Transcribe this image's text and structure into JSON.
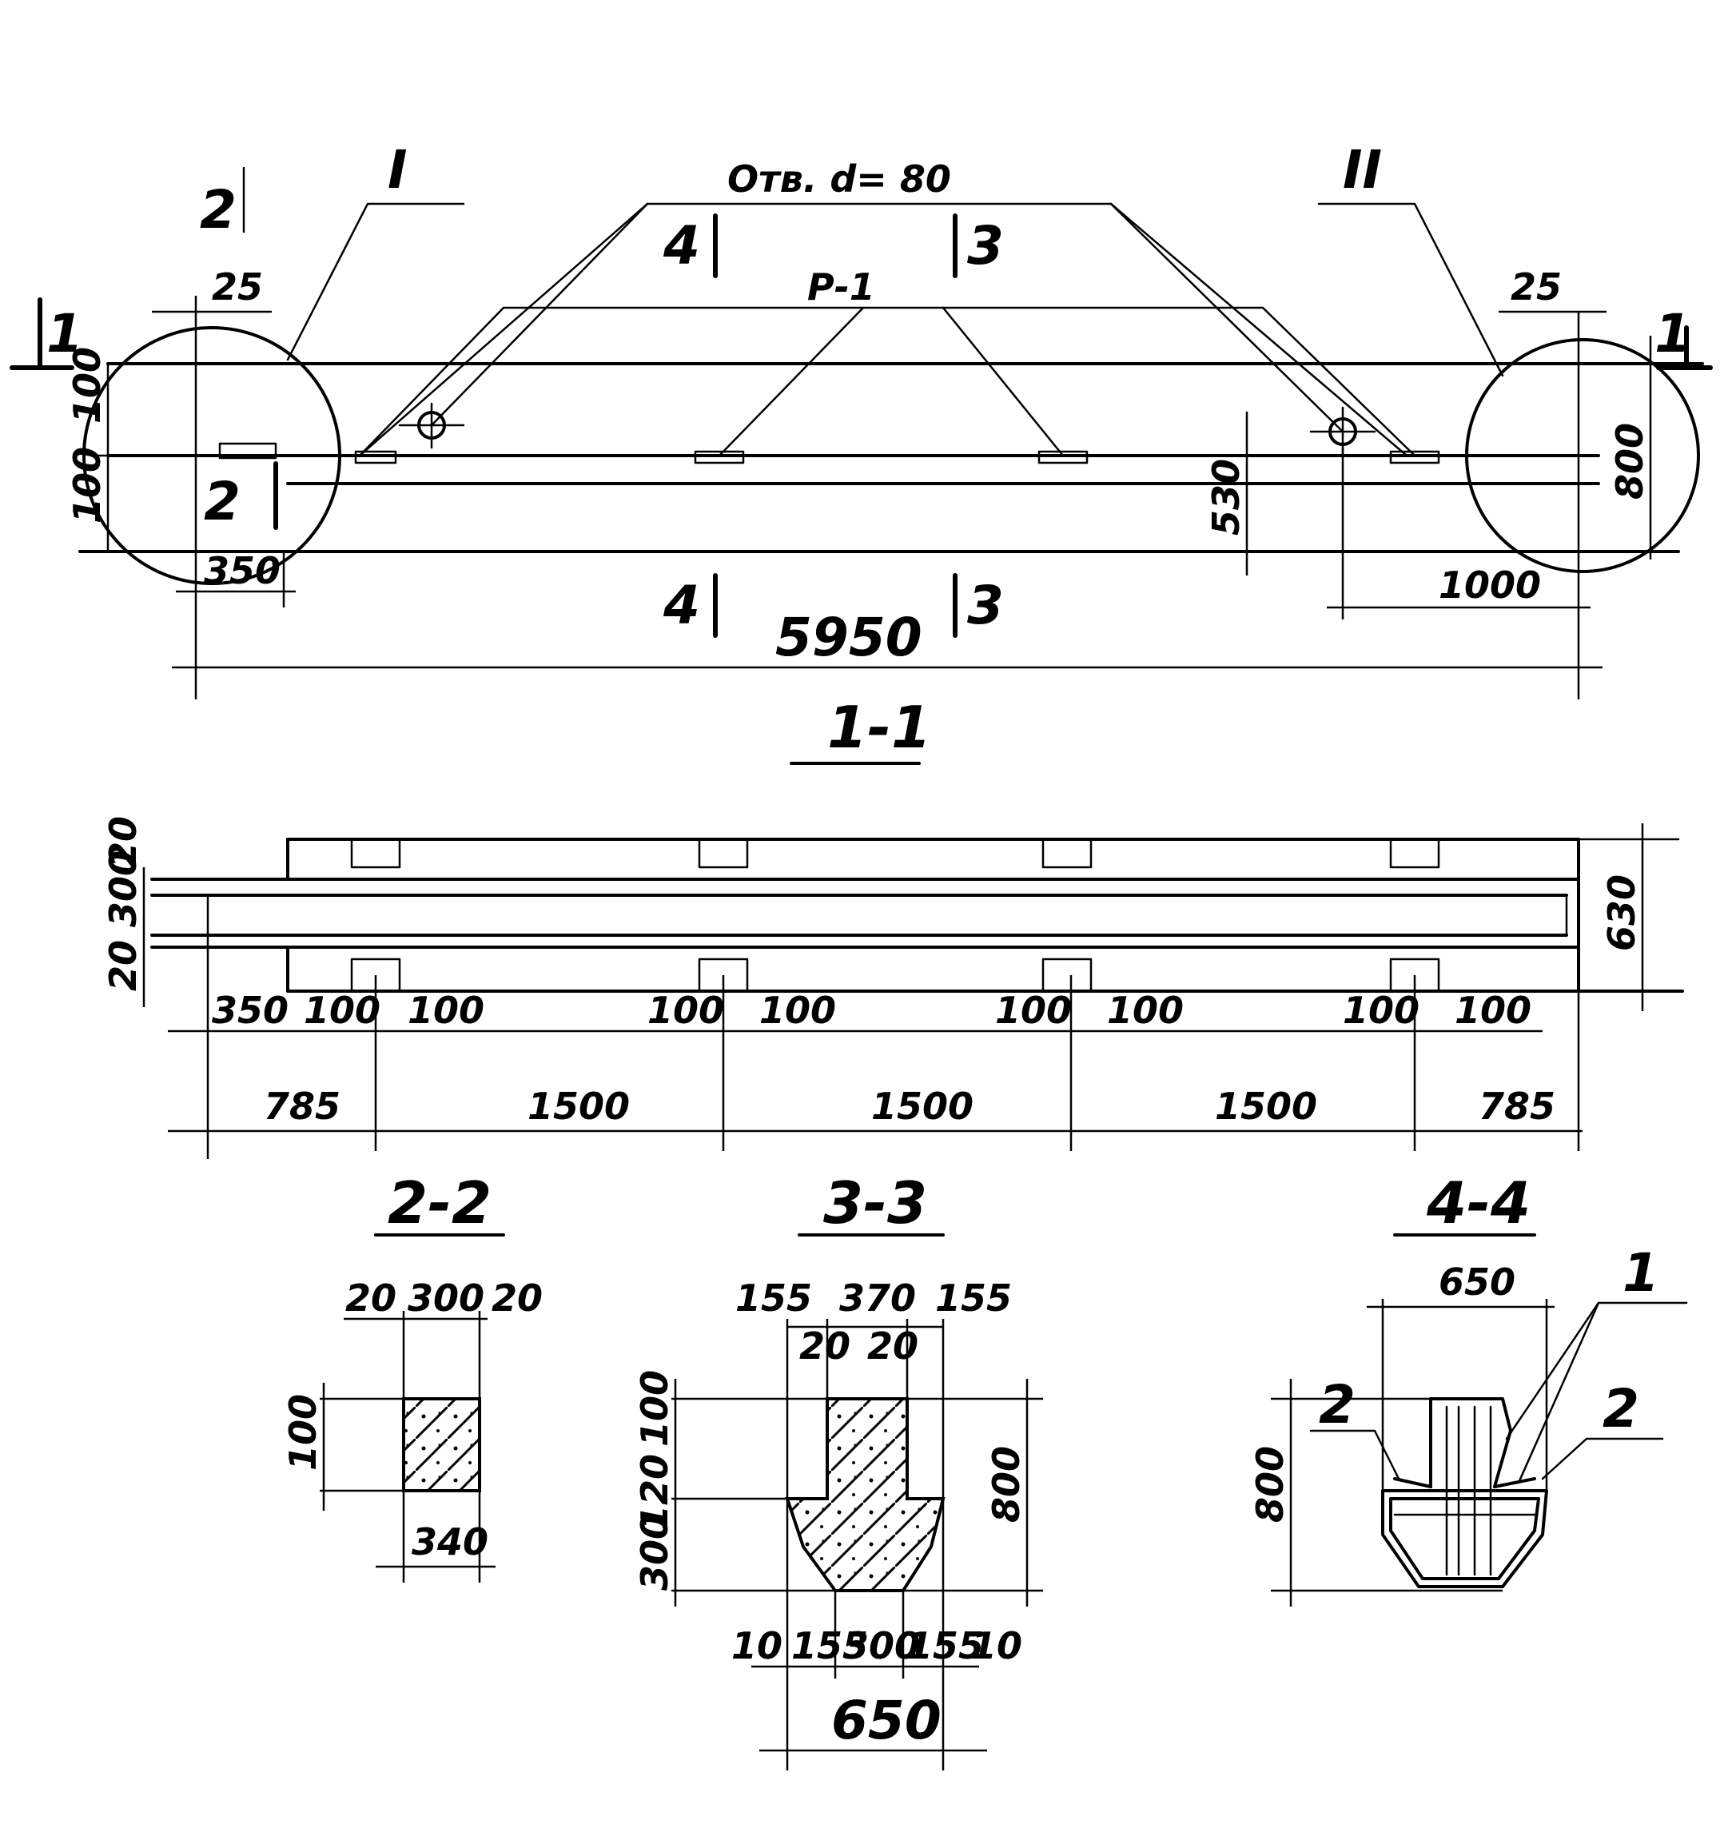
{
  "drawing": {
    "top_label_opening": "Отв. d= 80",
    "top_label_rebar": "Р-1",
    "node_1": "I",
    "node_2": "II",
    "top_left_mark": "2",
    "section_marks": {
      "s1_left": "1",
      "s1_right": "1",
      "s2": "2",
      "s3_top": "3",
      "s3_bottom": "3",
      "s4_top": "4",
      "s4_bottom": "4"
    },
    "plan_dims": {
      "d25_left": "25",
      "d25_right": "25",
      "d100_top": "100",
      "d100_bottom": "100",
      "d350": "350",
      "d530": "530",
      "d800": "800",
      "d1000": "1000",
      "d5950": "5950"
    },
    "section_1_1": {
      "title": "1-1",
      "dims_left": [
        "20",
        "300",
        "20"
      ],
      "dim_right": "630",
      "row1": [
        "350",
        "100",
        "100",
        "100",
        "100",
        "100",
        "100",
        "100",
        "100"
      ],
      "row2": [
        "785",
        "1500",
        "1500",
        "1500",
        "785"
      ]
    },
    "section_2_2": {
      "title": "2-2",
      "top": [
        "20",
        "300",
        "20"
      ],
      "height": "100",
      "bottom": "340"
    },
    "section_3_3": {
      "title": "3-3",
      "top": [
        "155",
        "370",
        "155"
      ],
      "inner": [
        "20",
        "20"
      ],
      "left": [
        "100",
        "120",
        "300"
      ],
      "right": "800",
      "bottom": [
        "10",
        "155",
        "300",
        "155",
        "10"
      ],
      "total": "650"
    },
    "section_4_4": {
      "title": "4-4",
      "top": "650",
      "height": "800",
      "callout_1": "1",
      "callout_2_left": "2",
      "callout_2_right": "2"
    }
  }
}
